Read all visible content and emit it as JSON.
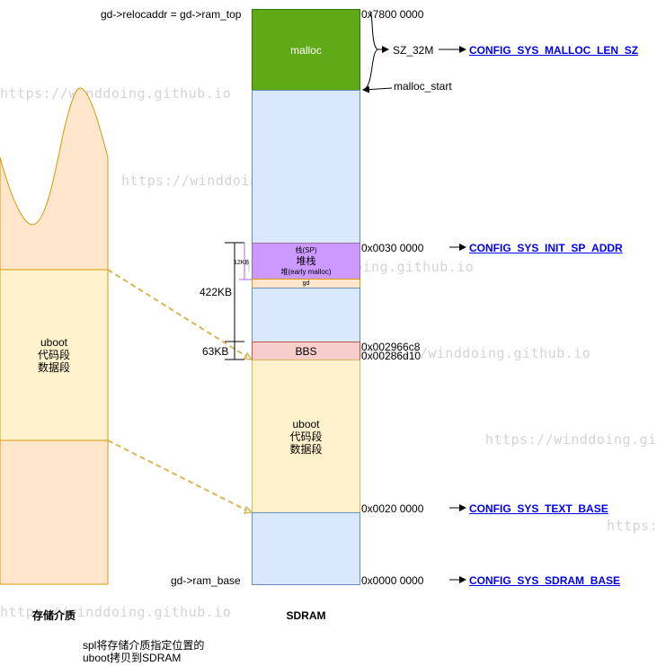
{
  "watermark": "https://winddoing.github.io",
  "storage": {
    "code_block": "uboot\n代码段\n数据段",
    "caption": "存储介质",
    "colors": {
      "fill": "#ffe6cc",
      "code_fill": "#fff2cc",
      "border": "#d79b00"
    }
  },
  "sdram": {
    "caption": "SDRAM",
    "blocks": {
      "malloc": "malloc",
      "stack_label": "栈(SP)",
      "stack_main": "堆栈",
      "heap_label": "堆(early malloc)",
      "gd": "gd",
      "bbs": "BBS",
      "uboot": "uboot\n代码段\n数据段"
    },
    "colors": {
      "malloc": "#60a917",
      "ram": "#dae8fc",
      "stack": "#cc99ff",
      "gd": "#ffe6cc",
      "bbs": "#f8cecc",
      "uboot": "#fff2cc"
    }
  },
  "left_labels": {
    "relocaddr": "gd->relocaddr = gd->ram_top",
    "ram_base": "gd->ram_base",
    "size_422": "422KB",
    "size_63": "63KB",
    "size_12": "12KB"
  },
  "addresses": {
    "top": "0x7800 0000",
    "sp": "0x0030 0000",
    "bbs_top": "0x002966c8",
    "bbs_bottom": "0x00286d10",
    "text": "0x0020 0000",
    "base": "0x0000 0000"
  },
  "malloc_info": {
    "size": "SZ_32M",
    "start": "malloc_start"
  },
  "configs": {
    "malloc_len": "CONFIG_SYS_MALLOC_LEN_SZ",
    "init_sp": "CONFIG_SYS_INIT_SP_ADDR",
    "text_base": "CONFIG_SYS_TEXT_BASE",
    "sdram_base": "CONFIG_SYS_SDRAM_BASE"
  },
  "note": "spl将存储介质指定位置的\nuboot拷贝到SDRAM"
}
